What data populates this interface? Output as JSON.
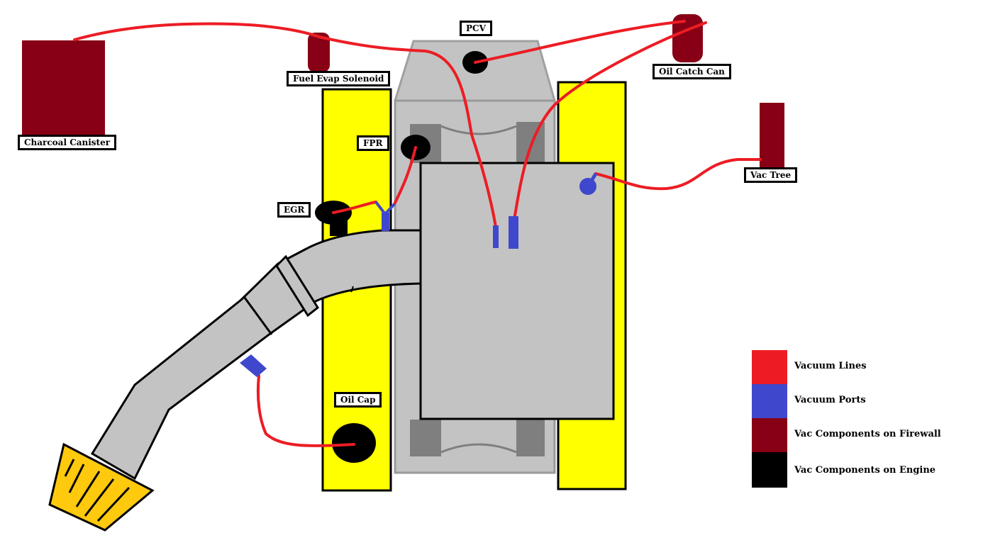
{
  "colors": {
    "vacuum_line": "#ed1c24",
    "vacuum_port": "#3f48cc",
    "firewall_component": "#880015",
    "engine_component": "#000000",
    "engine_block": "#c3c3c3",
    "valve_cover": "#ffff00",
    "air_filter": "#ffc90e"
  },
  "labels": {
    "charcoal_canister": "Charcoal Canister",
    "fuel_evap_solenoid": "Fuel Evap Solenoid",
    "pcv": "PCV",
    "oil_catch_can": "Oil Catch Can",
    "vac_tree": "Vac Tree",
    "fpr": "FPR",
    "egr": "EGR",
    "oil_cap": "Oil Cap"
  },
  "legend": [
    {
      "label": "Vacuum Lines",
      "color": "#ed1c24"
    },
    {
      "label": "Vacuum Ports",
      "color": "#3f48cc"
    },
    {
      "label": "Vac Components on Firewall",
      "color": "#880015"
    },
    {
      "label": "Vac Components on Engine",
      "color": "#000000"
    }
  ]
}
